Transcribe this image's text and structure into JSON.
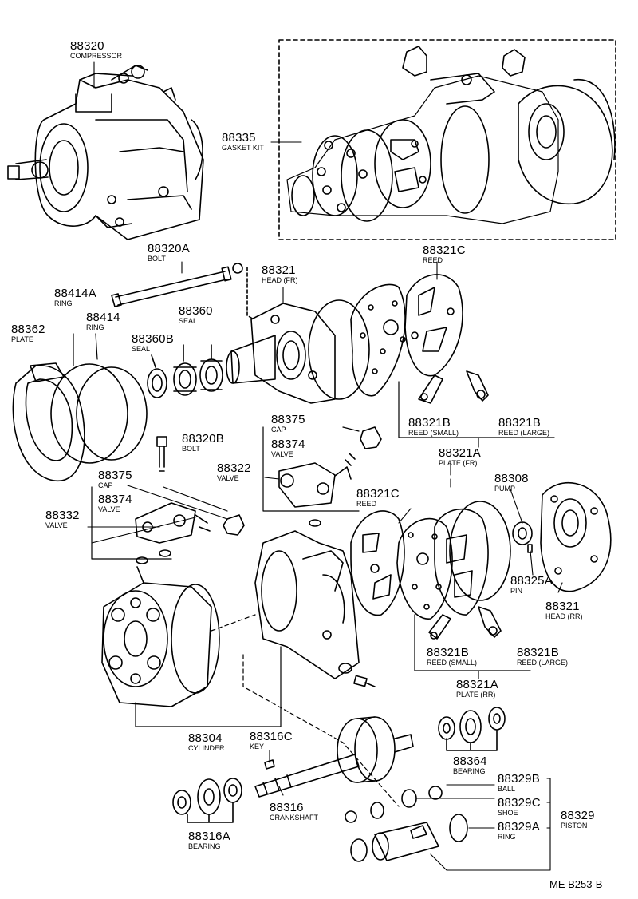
{
  "diagram": {
    "labels": {
      "compressor": {
        "number": "88320",
        "name": "COMPRESSOR"
      },
      "gasket_kit": {
        "number": "88335",
        "name": "GASKET KIT"
      },
      "bolt_a": {
        "number": "88320A",
        "name": "BOLT"
      },
      "ring_a": {
        "number": "88414A",
        "name": "RING"
      },
      "plate": {
        "number": "88362",
        "name": "PLATE"
      },
      "ring": {
        "number": "88414",
        "name": "RING"
      },
      "seal": {
        "number": "88360",
        "name": "SEAL"
      },
      "seal_b": {
        "number": "88360B",
        "name": "SEAL"
      },
      "head_fr": {
        "number": "88321",
        "name": "HEAD (FR)"
      },
      "reed_top": {
        "number": "88321C",
        "name": "REED"
      },
      "reed_small_top": {
        "number": "88321B",
        "name": "REED (SMALL)"
      },
      "reed_large_top": {
        "number": "88321B",
        "name": "REED (LARGE)"
      },
      "plate_fr": {
        "number": "88321A",
        "name": "PLATE (FR)"
      },
      "bolt_b": {
        "number": "88320B",
        "name": "BOLT"
      },
      "cap_upper": {
        "number": "88375",
        "name": "CAP"
      },
      "valve_upper": {
        "number": "88374",
        "name": "VALVE"
      },
      "valve_88322": {
        "number": "88322",
        "name": "VALVE"
      },
      "cap_lower": {
        "number": "88375",
        "name": "CAP"
      },
      "valve_lower": {
        "number": "88374",
        "name": "VALVE"
      },
      "valve_88332": {
        "number": "88332",
        "name": "VALVE"
      },
      "reed_mid": {
        "number": "88321C",
        "name": "REED"
      },
      "pump": {
        "number": "88308",
        "name": "PUMP"
      },
      "pin": {
        "number": "88325A",
        "name": "PIN"
      },
      "head_rr": {
        "number": "88321",
        "name": "HEAD (RR)"
      },
      "reed_small_bot": {
        "number": "88321B",
        "name": "REED (SMALL)"
      },
      "reed_large_bot": {
        "number": "88321B",
        "name": "REED (LARGE)"
      },
      "plate_rr": {
        "number": "88321A",
        "name": "PLATE (RR)"
      },
      "cylinder": {
        "number": "88304",
        "name": "CYLINDER"
      },
      "key": {
        "number": "88316C",
        "name": "KEY"
      },
      "bearing_364": {
        "number": "88364",
        "name": "BEARING"
      },
      "ball": {
        "number": "88329B",
        "name": "BALL"
      },
      "shoe": {
        "number": "88329C",
        "name": "SHOE"
      },
      "piston": {
        "number": "88329",
        "name": "PISTON"
      },
      "ring_329a": {
        "number": "88329A",
        "name": "RING"
      },
      "crankshaft": {
        "number": "88316",
        "name": "CRANKSHAFT"
      },
      "bearing_316a": {
        "number": "88316A",
        "name": "BEARING"
      }
    },
    "reference": "ME B253-B"
  }
}
